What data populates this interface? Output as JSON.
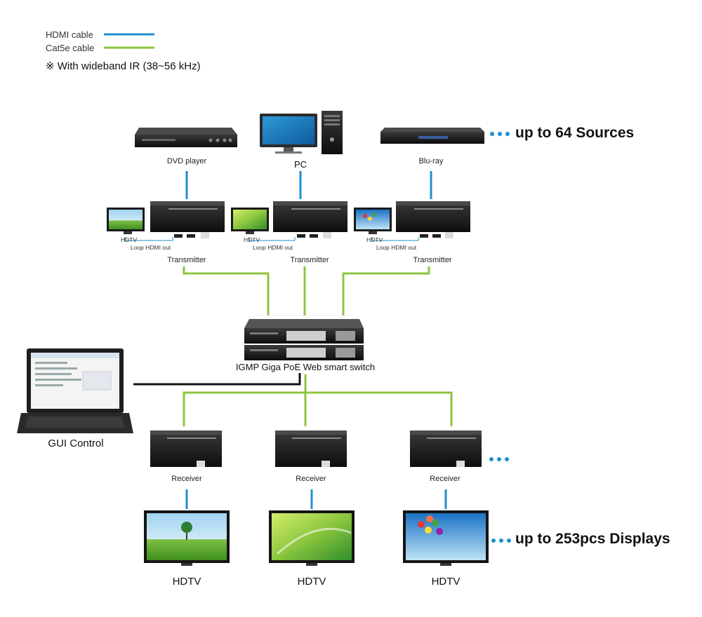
{
  "legend": {
    "hdmi_label": "HDMI cable",
    "cat5e_label": "Cat5e cable",
    "ir_note": "※ With wideband IR (38~56 kHz)"
  },
  "colors": {
    "hdmi": "#1f8fd0",
    "cat5e": "#8dc63f",
    "control": "#111111"
  },
  "sources": [
    {
      "label": "DVD player",
      "icon": "dvd-player-icon"
    },
    {
      "label": "PC",
      "icon": "pc-icon"
    },
    {
      "label": "Blu-ray",
      "icon": "bluray-player-icon"
    }
  ],
  "sources_callout": "up to 64 Sources",
  "transmitters": [
    {
      "label": "Transmitter",
      "hdtv_label": "HDTV",
      "loop_label": "Loop HDMI out"
    },
    {
      "label": "Transmitter",
      "hdtv_label": "HDTV",
      "loop_label": "Loop HDMI out"
    },
    {
      "label": "Transmitter",
      "hdtv_label": "HDTV",
      "loop_label": "Loop HDMI out"
    }
  ],
  "switch_label": "IGMP Giga PoE Web smart switch",
  "gui_label": "GUI Control",
  "receivers": [
    {
      "label": "Receiver"
    },
    {
      "label": "Receiver"
    },
    {
      "label": "Receiver"
    }
  ],
  "displays": [
    {
      "label": "HDTV"
    },
    {
      "label": "HDTV"
    },
    {
      "label": "HDTV"
    }
  ],
  "displays_callout": "up to 253pcs Displays"
}
